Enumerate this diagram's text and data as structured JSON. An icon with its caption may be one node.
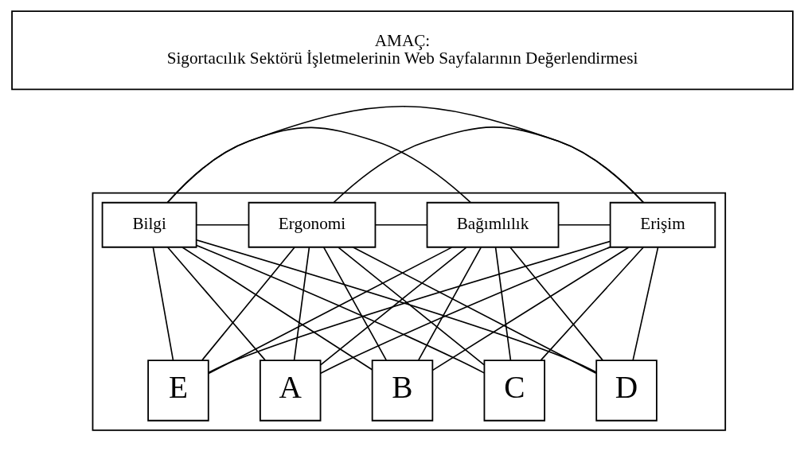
{
  "diagram": {
    "nodes": [
      {
        "text": [
          "AMAÇ:",
          "Sigortacılık Sektörü İşletmelerinin Web Sayfalarının Değerlendirmesi"
        ]
      },
      {
        "text": [],
        "shape": "box"
      },
      {
        "text": [
          "Bilgi"
        ],
        "in": 1
      },
      {
        "text": [
          "Ergonomi"
        ],
        "in": 1
      },
      {
        "text": [
          "Bağımlılık"
        ],
        "in": 1
      },
      {
        "text": [
          "Erişim"
        ],
        "in": 1
      },
      {
        "text": [
          "A"
        ],
        "in": 1
      },
      {
        "text": [
          "B"
        ],
        "in": 1
      },
      {
        "text": [
          "C"
        ],
        "in": 1
      },
      {
        "text": [
          "D"
        ],
        "in": 1
      },
      {
        "text": [
          "E"
        ],
        "in": 1
      }
    ],
    "edges": [
      {
        "from": 2,
        "to": 3,
        "arrow": "none"
      },
      {
        "from": 3,
        "to": 4,
        "arrow": "none"
      },
      {
        "from": 4,
        "to": 5,
        "arrow": "none"
      },
      {
        "from": 2,
        "to": 4,
        "arrow": "none"
      },
      {
        "from": 3,
        "to": 5,
        "arrow": "none"
      },
      {
        "from": 2,
        "to": 5,
        "arrow": "none"
      },
      {
        "from": 2,
        "to": 6,
        "arrow": "none"
      },
      {
        "from": 2,
        "to": 7,
        "arrow": "none"
      },
      {
        "from": 2,
        "to": 8,
        "arrow": "none"
      },
      {
        "from": 2,
        "to": 9,
        "arrow": "none"
      },
      {
        "from": 2,
        "to": 10,
        "arrow": "none"
      },
      {
        "from": 3,
        "to": 6,
        "arrow": "none"
      },
      {
        "from": 3,
        "to": 7,
        "arrow": "none"
      },
      {
        "from": 3,
        "to": 8,
        "arrow": "none"
      },
      {
        "from": 3,
        "to": 9,
        "arrow": "none"
      },
      {
        "from": 3,
        "to": 10,
        "arrow": "none"
      },
      {
        "from": 4,
        "to": 6,
        "arrow": "none"
      },
      {
        "from": 4,
        "to": 7,
        "arrow": "none"
      },
      {
        "from": 4,
        "to": 8,
        "arrow": "none"
      },
      {
        "from": 4,
        "to": 9,
        "arrow": "none"
      },
      {
        "from": 4,
        "to": 10,
        "arrow": "none"
      },
      {
        "from": 5,
        "to": 6,
        "arrow": "none"
      },
      {
        "from": 5,
        "to": 7,
        "arrow": "none"
      },
      {
        "from": 5,
        "to": 8,
        "arrow": "none"
      },
      {
        "from": 5,
        "to": 9,
        "arrow": "none"
      },
      {
        "from": 5,
        "to": 10,
        "arrow": "none"
      }
    ]
  }
}
